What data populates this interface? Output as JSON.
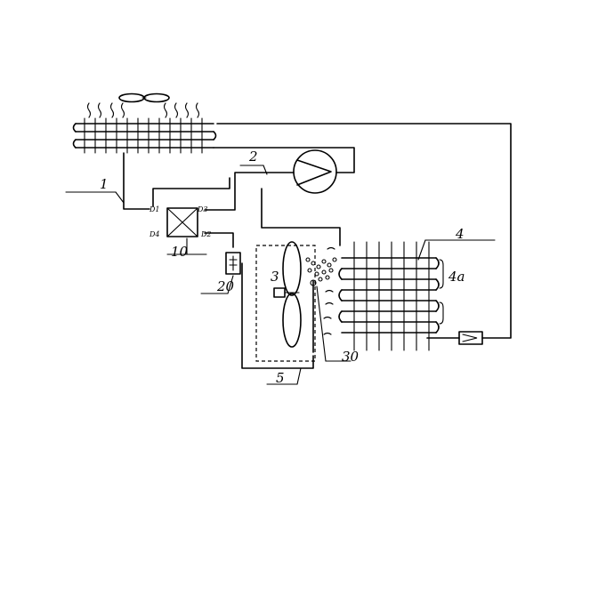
{
  "labels": {
    "line_1": "1",
    "line_2": "2",
    "valve_10": "10",
    "part_20": "20",
    "fan_3": "3",
    "coil_4": "4",
    "coil_4a": "4a",
    "tray_5": "5",
    "nozzle_30": "30"
  },
  "ports": {
    "p1": "D1",
    "p2": "D2",
    "p3": "D3",
    "p4": "D4"
  },
  "icons": [
    "condenser-coil-icon",
    "condenser-fan-icon",
    "compressor-icon",
    "four-way-valve-icon",
    "evaporator-coil-icon",
    "evaporator-fan-icon",
    "expansion-valve-icon",
    "water-tank-icon",
    "heat-wave-icon",
    "water-droplet-icon"
  ]
}
